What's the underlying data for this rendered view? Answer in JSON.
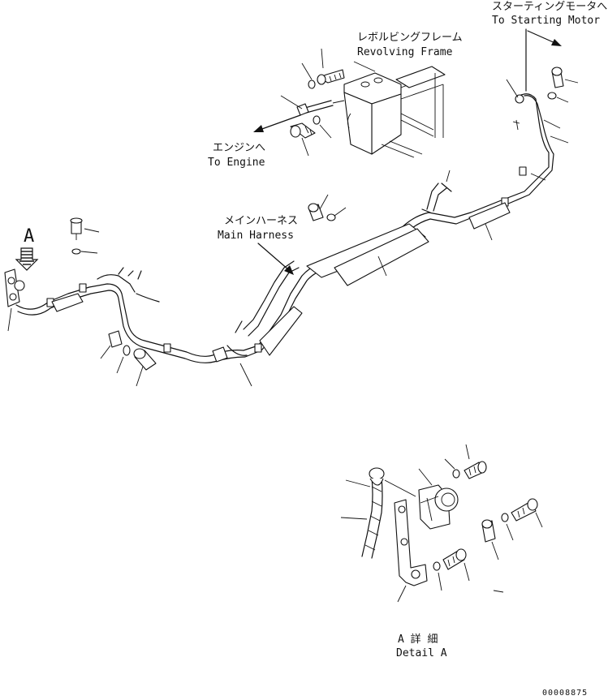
{
  "labels": {
    "revolving_frame_jp": "レボルビングフレーム",
    "revolving_frame_en": "Revolving Frame",
    "to_starting_motor_jp": "スターティングモータへ",
    "to_starting_motor_en": "To Starting Motor",
    "to_engine_jp": "エンジンへ",
    "to_engine_en": "To Engine",
    "main_harness_jp": "メインハーネス",
    "main_harness_en": "Main Harness",
    "view_a": "A",
    "detail_a_jp": "A 詳 細",
    "detail_a_en": "Detail A",
    "drawing_number": "00008875"
  }
}
